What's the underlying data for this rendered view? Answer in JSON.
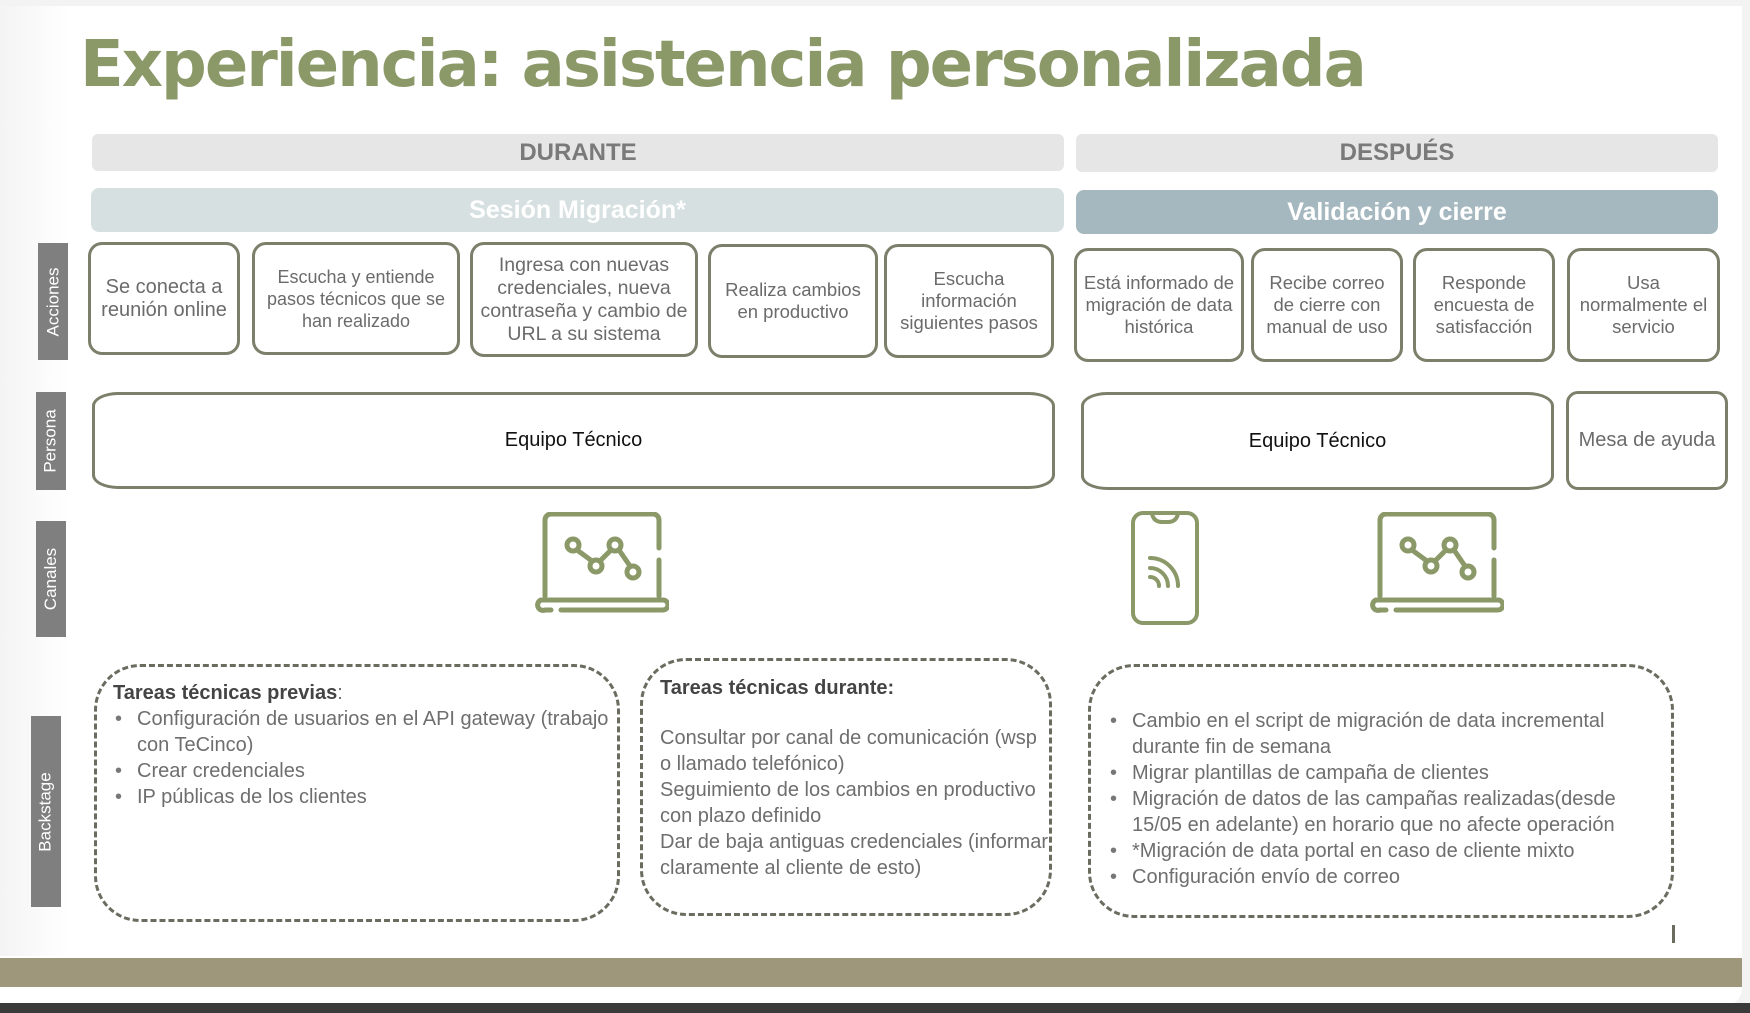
{
  "title": "Experiencia: asistencia personalizada",
  "phases": [
    {
      "label": "DURANTE"
    },
    {
      "label": "DESPUÉS"
    }
  ],
  "stages": [
    {
      "label": "Sesión Migración*",
      "color": "#d7e0e1"
    },
    {
      "label": "Validación y cierre",
      "color": "#a6b8bf"
    }
  ],
  "rails": {
    "acciones": "Acciones",
    "persona": "Persona",
    "canales": "Canales",
    "backstage": "Backstage"
  },
  "actions": [
    {
      "text": "Se conecta a reunión online"
    },
    {
      "text": "Escucha y entiende pasos técnicos que se han realizado"
    },
    {
      "text": "Ingresa con nuevas credenciales, nueva contraseña y cambio de URL a su sistema"
    },
    {
      "text": "Realiza cambios en productivo"
    },
    {
      "text": "Escucha información siguientes pasos"
    },
    {
      "text": "Está informado de migración de data histórica"
    },
    {
      "text": "Recibe correo de cierre con manual de uso"
    },
    {
      "text": "Responde encuesta de satisfacción"
    },
    {
      "text": "Usa normalmente el servicio"
    }
  ],
  "personas": [
    {
      "text": "Equipo Técnico"
    },
    {
      "text": "Equipo Técnico"
    },
    {
      "text": "Mesa de ayuda"
    }
  ],
  "channels": [
    {
      "icon": "laptop-analytics-icon"
    },
    {
      "icon": "smartphone-signal-icon"
    },
    {
      "icon": "laptop-analytics-icon"
    }
  ],
  "backstage": [
    {
      "title": "Tareas técnicas previas",
      "title_suffix": ":",
      "items": [
        "Configuración de usuarios en el API gateway (trabajo con TeCinco)",
        "Crear credenciales",
        "IP públicas de los clientes"
      ]
    },
    {
      "title": "Tareas técnicas durante:",
      "lines": [
        "Consultar por canal de comunicación (wsp o llamado telefónico)",
        "Seguimiento de los cambios en productivo con plazo definido",
        "Dar de baja antiguas credenciales (informar claramente al cliente de esto)"
      ]
    },
    {
      "items": [
        "Cambio en el script de migración de data incremental durante fin de semana",
        "Migrar plantillas de campaña de clientes",
        "Migración de datos de  las campañas realizadas(desde 15/05 en adelante) en horario que no afecte operación",
        "*Migración de data portal en caso de cliente mixto",
        "Configuración envío de correo"
      ]
    }
  ],
  "colors": {
    "accent_olive": "#8b9868",
    "border_olive": "#7c7f6a",
    "rail_gray": "#7f7f7f",
    "footer_bar": "#9e977c"
  }
}
